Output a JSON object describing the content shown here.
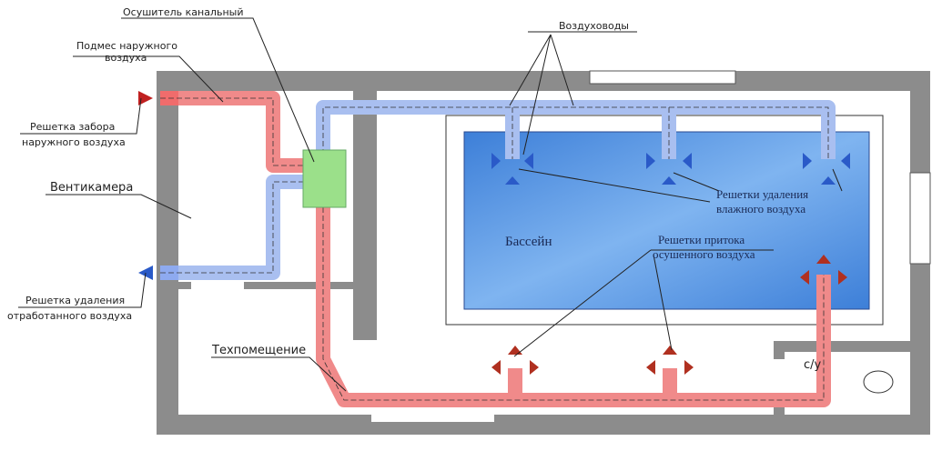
{
  "labels": {
    "dehumidifier": "Осушитель канальный",
    "outdoor_mix_1": "Подмес наружного",
    "outdoor_mix_2": "воздуха",
    "intake_grille_1": "Решетка забора",
    "intake_grille_2": "наружного воздуха",
    "vent_chamber": "Вентикамера",
    "exhaust_grille_1": "Решетка удаления",
    "exhaust_grille_2": "отработанного воздуха",
    "ducts": "Воздуховоды",
    "humid_grilles_1": "Решетки удаления",
    "humid_grilles_2": "влажного воздуха",
    "pool": "Бассейн",
    "supply_grilles_1": "Решетки притока",
    "supply_grilles_2": "осушенного воздуха",
    "tech_room": "Техпомещение",
    "wc": "с/у"
  },
  "colors": {
    "supply_duct": "#f08a8a",
    "exhaust_duct": "#a9bff0",
    "pool": "#4a8fe0",
    "dehumidifier": "#9be08a",
    "wall": "#8c8c8c",
    "supply_grille": "#b03020",
    "exhaust_grille": "#2a5ac8"
  }
}
